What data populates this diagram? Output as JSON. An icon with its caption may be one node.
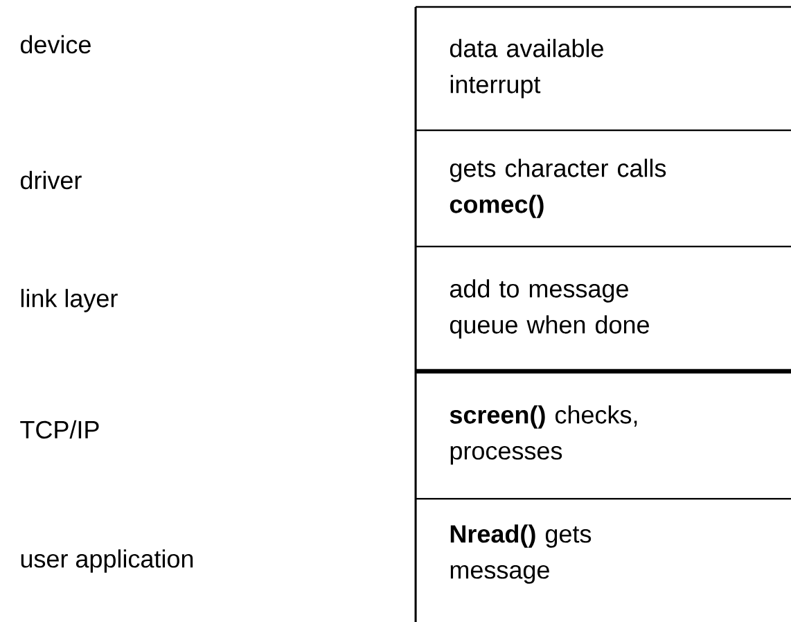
{
  "diagram": {
    "nodes": [
      {
        "text": [
          "data available interrupt"
        ]
      },
      {
        "text": [
          "gets character calls **comec()**"
        ]
      },
      {
        "text": [
          "add to message queue when done"
        ]
      },
      {
        "text": [
          "**screen()** checks, processes"
        ]
      },
      {
        "text": [
          "**Nread()** gets message"
        ]
      }
    ],
    "labels": [
      "device",
      "driver",
      "link layer",
      "TCP/IP",
      "user application"
    ]
  }
}
